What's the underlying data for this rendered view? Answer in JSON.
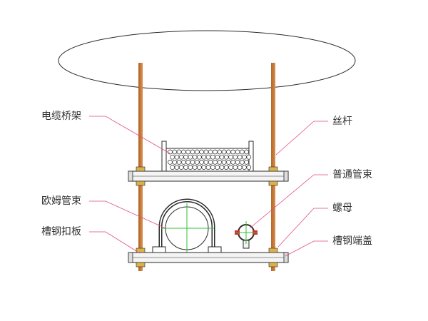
{
  "labels": {
    "cable_tray": "电缆桥架",
    "omega_clamp": "欧姆管束",
    "channel_clip": "槽钢扣板",
    "threaded_rod": "丝杆",
    "pipe_clamp": "普通管束",
    "nut": "螺母",
    "channel_end_cap": "槽钢端盖"
  },
  "colors": {
    "outline": "#2a2a2a",
    "rod": "#c87a3a",
    "leader": "#e04a8a",
    "crosshair": "#2fc02f",
    "beam_fill": "#f4f4f4",
    "nut_fill": "#d9b24a",
    "clamp_red": "#d03030"
  }
}
